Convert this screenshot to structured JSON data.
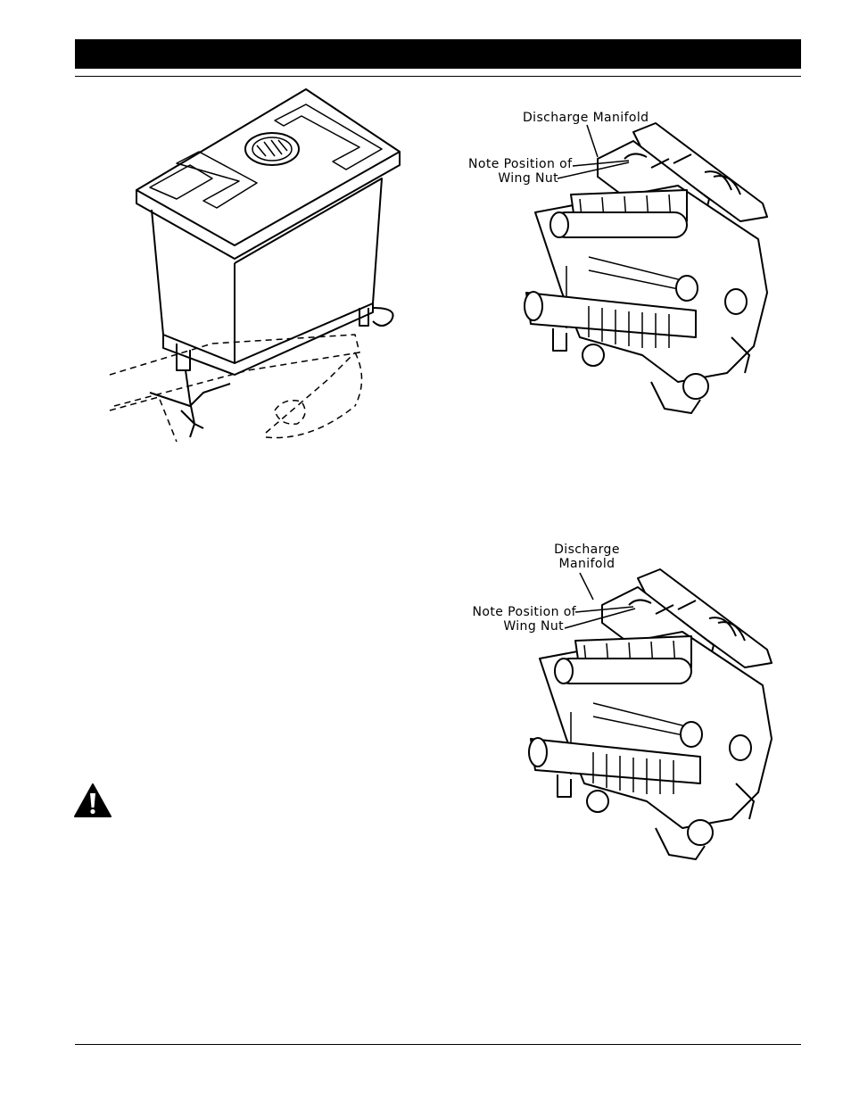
{
  "figure_top": {
    "discharge_manifold": "Discharge Manifold",
    "note_line1": "Note Position of",
    "note_line2": "Wing Nut"
  },
  "figure_bottom": {
    "discharge_line1": "Discharge",
    "discharge_line2": "Manifold",
    "note_line1": "Note Position of",
    "note_line2": "Wing Nut"
  },
  "warning": {
    "icon": "warning-triangle-icon"
  }
}
